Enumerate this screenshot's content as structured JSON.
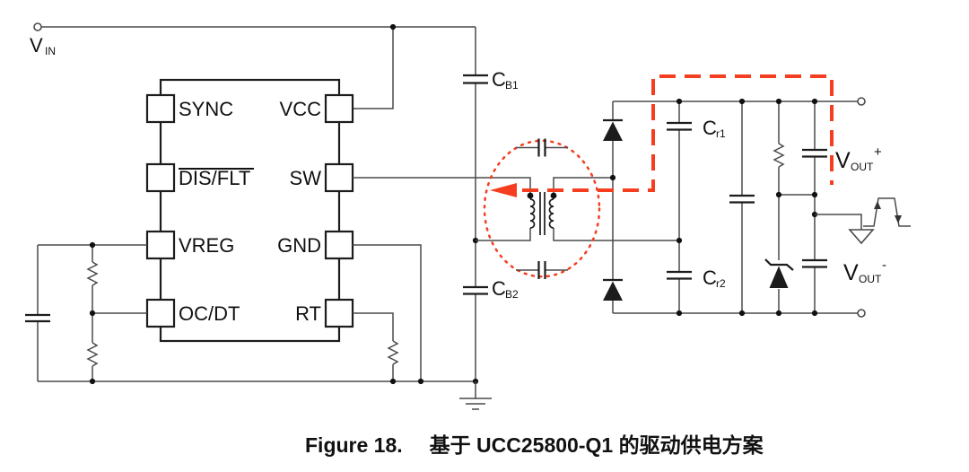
{
  "colors": {
    "background": "#ffffff",
    "wire": "#4a4a4a",
    "component_ink": "#1c1c1c",
    "accent_red": "#f53d20",
    "text": "#111111"
  },
  "input": {
    "vin_main": "V",
    "vin_sub": "IN"
  },
  "ic": {
    "pins_left": [
      {
        "label": "SYNC"
      },
      {
        "label": "DIS/FLT",
        "overline": true
      },
      {
        "label": "VREG"
      },
      {
        "label": "OC/DT"
      }
    ],
    "pins_right": [
      {
        "label": "VCC"
      },
      {
        "label": "SW"
      },
      {
        "label": "GND"
      },
      {
        "label": "RT"
      }
    ]
  },
  "capacitors": {
    "cb1": {
      "main": "C",
      "sub": "B1"
    },
    "cb2": {
      "main": "C",
      "sub": "B2"
    },
    "cr1": {
      "main": "C",
      "sub": "r1"
    },
    "cr2": {
      "main": "C",
      "sub": "r2"
    }
  },
  "outputs": {
    "vout_pos": {
      "main": "V",
      "sub": "OUT",
      "sign": "+"
    },
    "vout_neg": {
      "main": "V",
      "sub": "OUT",
      "sign": "-"
    }
  },
  "caption": {
    "figure_label": "Figure 18.",
    "title": "基于 UCC25800-Q1 的驱动供电方案"
  }
}
